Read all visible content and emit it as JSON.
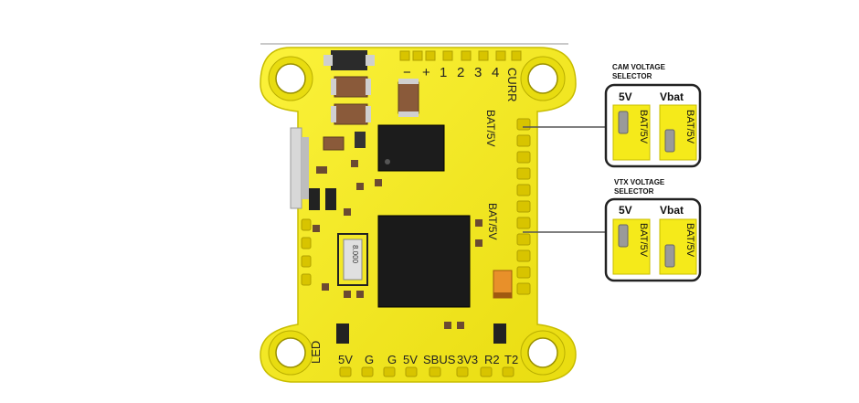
{
  "board": {
    "top_pins": [
      "−",
      "+",
      "1",
      "2",
      "3",
      "4"
    ],
    "curr_label": "CURR",
    "bottom_pins": [
      "LED",
      "5V",
      "G",
      "G",
      "5V",
      "SBUS",
      "3V3",
      "R2",
      "T2"
    ],
    "cam_pad_label": "BAT/5V",
    "vtx_pad_label": "BAT/5V",
    "crystal_label": "8.000",
    "board_color": "#f5ea1a"
  },
  "cam_selector": {
    "title_line1": "CAM VOLTAGE",
    "title_line2": "SELECTOR",
    "left_label": "5V",
    "right_label": "Vbat",
    "pad_text": "BAT/5V"
  },
  "vtx_selector": {
    "title_line1": "VTX VOLTAGE",
    "title_line2": "SELECTOR",
    "left_label": "5V",
    "right_label": "Vbat",
    "pad_text": "BAT/5V"
  }
}
